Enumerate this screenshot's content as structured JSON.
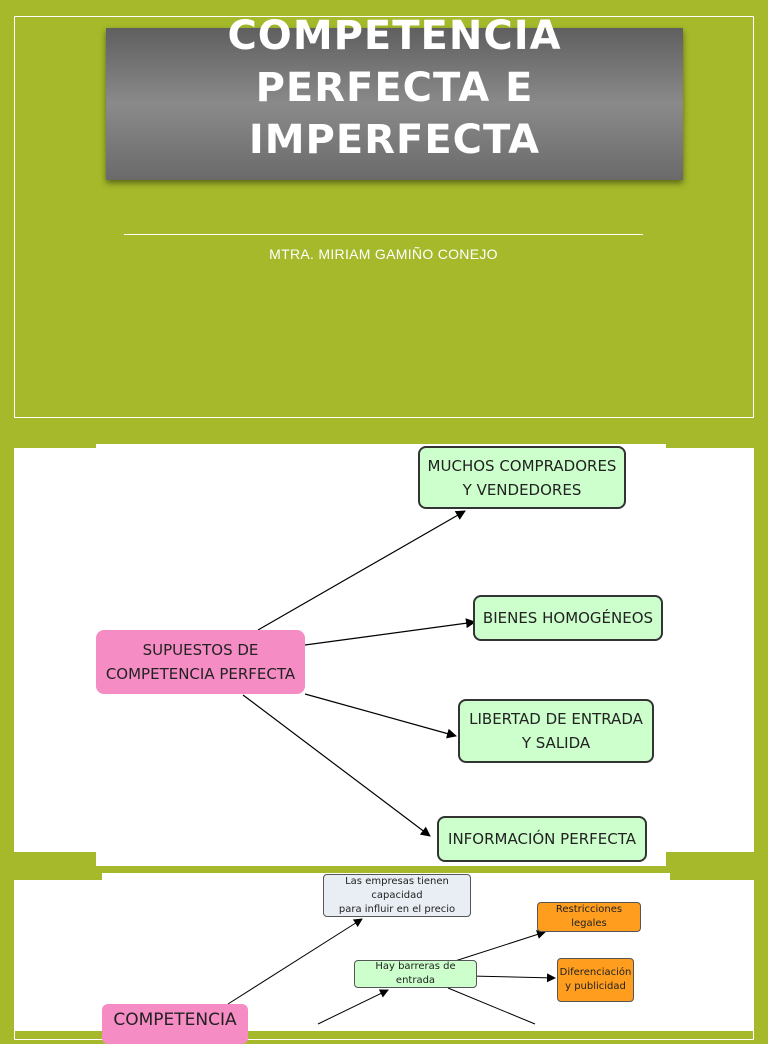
{
  "slide1": {
    "title": "COMPETENCIA\nPERFECTA E\nIMPERFECTA",
    "author": "MTRA. MIRIAM GAMIÑO CONEJO"
  },
  "slide2": {
    "center": "SUPUESTOS DE\nCOMPETENCIA PERFECTA",
    "nodes": [
      "MUCHOS COMPRADORES\nY VENDEDORES",
      "BIENES HOMOGÉNEOS",
      "LIBERTAD DE ENTRADA\nY SALIDA",
      "INFORMACIÓN PERFECTA"
    ]
  },
  "slide3": {
    "center": "COMPETENCIA",
    "nodes": [
      "Las empresas tienen capacidad\npara influir en el precio",
      "Hay barreras de entrada",
      "Restricciones legales",
      "Diferenciación\ny publicidad"
    ]
  },
  "colors": {
    "background": "#a5b92a",
    "title_box": "#7a7a7a",
    "node_green": "#ccffcc",
    "node_pink": "#f58cc4",
    "node_orange": "#ff9d1e",
    "node_blue": "#e8eef4"
  }
}
